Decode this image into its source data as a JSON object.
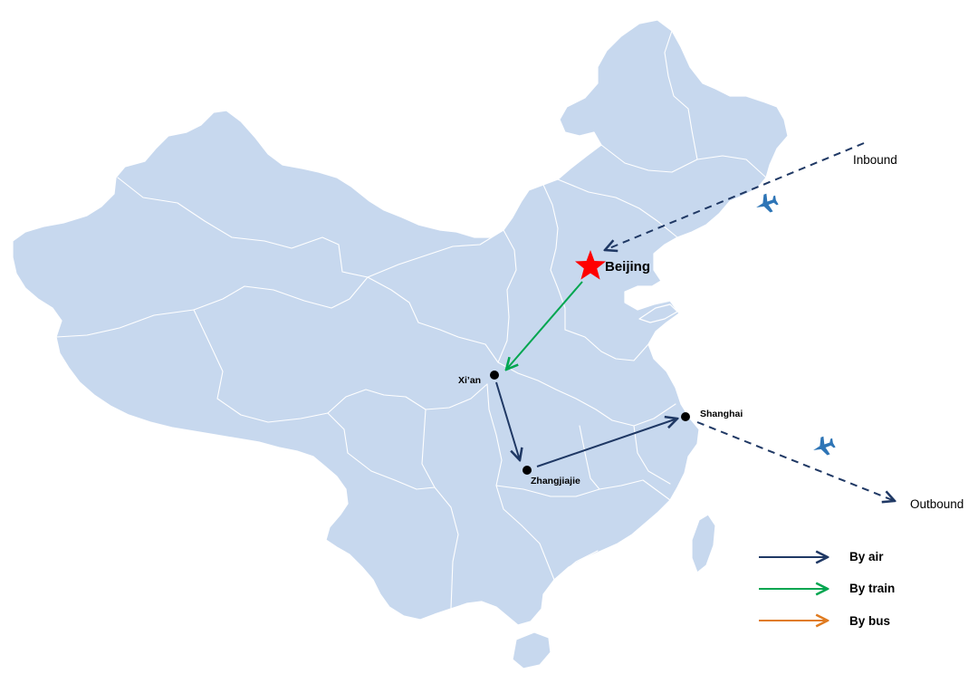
{
  "cities": {
    "beijing": "Beijing",
    "xian": "Xi’an",
    "zhangjiajie": "Zhangjiajie",
    "shanghai": "Shanghai"
  },
  "flights": {
    "inbound": "Inbound",
    "outbound": "Outbound"
  },
  "legend": {
    "air": {
      "label": "By air",
      "color": "#1f3864"
    },
    "train": {
      "label": "By train",
      "color": "#00a650"
    },
    "bus": {
      "label": "By bus",
      "color": "#e07b20"
    }
  },
  "colors": {
    "land": "#c7d8ee",
    "capital_star": "#ff0000",
    "plane_icon": "#2e75b6"
  },
  "icons": [
    "airplane-icon",
    "airplane-icon",
    "star-icon"
  ]
}
